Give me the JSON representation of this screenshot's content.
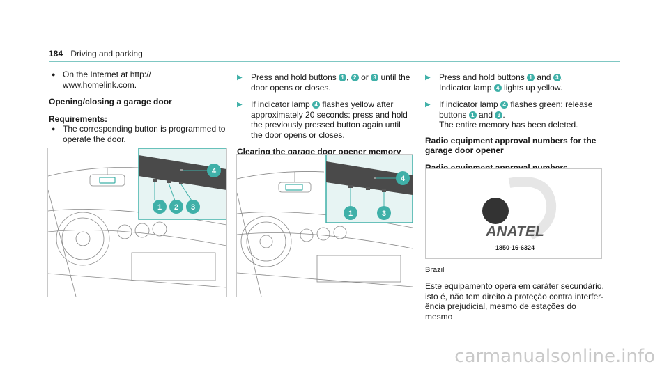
{
  "header": {
    "page_number": "184",
    "title": "Driving and parking"
  },
  "col1": {
    "bullet_text": "On the Internet at http://\nwww.homelink.com.",
    "heading": "Opening/closing a garage door",
    "req_label": "Requirements:",
    "req_bullet": "The corresponding button is programmed to operate the door."
  },
  "col2": {
    "step1_a": "Press and hold buttons ",
    "step1_b": ", ",
    "step1_c": " or ",
    "step1_d": " until the door opens or closes.",
    "step2_a": "If indicator lamp ",
    "step2_b": " flashes yellow after approximately 20 seconds: press and hold the previously pressed button again until the door opens or closes.",
    "heading": "Clearing the garage door opener memory"
  },
  "col3": {
    "step1_a": "Press and hold buttons ",
    "step1_b": " and ",
    "step1_c": ".",
    "step1_d": "Indicator lamp ",
    "step1_e": " lights up yellow.",
    "step2_a": "If indicator lamp ",
    "step2_b": " flashes green: release buttons ",
    "step2_c": " and ",
    "step2_d": ".",
    "step2_e": "The entire memory has been deleted.",
    "heading1": "Radio equipment approval numbers for the garage door opener",
    "heading2": "Radio equipment approval numbers",
    "logo_text": "ANATEL",
    "logo_number": "1850-16-6324",
    "country": "Brazil",
    "paragraph": "Este equipamento opera em caráter secundário, isto é, não tem direito à proteção contra interfer-ência prejudicial, mesmo de estações do mesmo"
  },
  "numbers": {
    "n1": "1",
    "n2": "2",
    "n3": "3",
    "n4": "4"
  },
  "watermark": "carmanualsonline.info",
  "colors": {
    "accent": "#3fb0a8",
    "rule": "#7fc7c3"
  }
}
